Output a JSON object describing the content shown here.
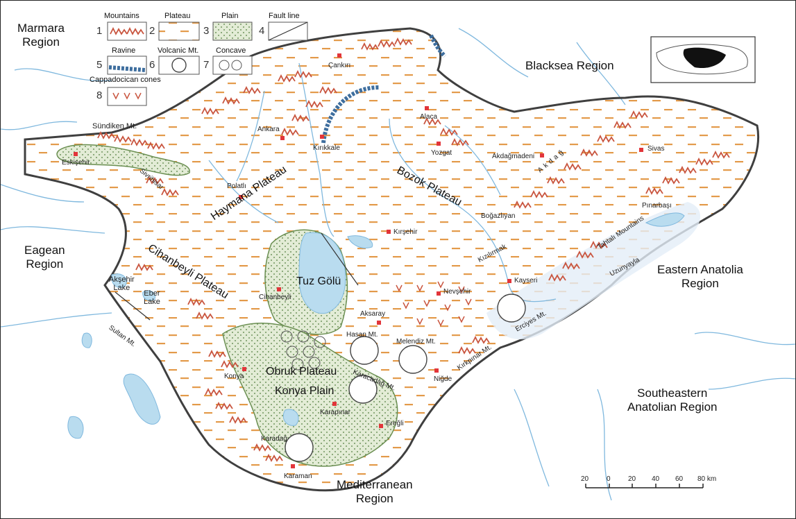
{
  "legend": {
    "items": [
      {
        "num": "1",
        "label": "Mountains"
      },
      {
        "num": "2",
        "label": "Plateau"
      },
      {
        "num": "3",
        "label": "Plain"
      },
      {
        "num": "4",
        "label": "Fault line"
      },
      {
        "num": "5",
        "label": "Ravine"
      },
      {
        "num": "6",
        "label": "Volcanic Mt."
      },
      {
        "num": "7",
        "label": "Concave"
      },
      {
        "num": "8",
        "label": "Cappadocican cones"
      }
    ]
  },
  "regions": {
    "marmara": "Marmara\nRegion",
    "blacksea": "Blacksea Region",
    "eagean": "Eagean\nRegion",
    "eastern": "Eastern Anatolia\nRegion",
    "southeastern": "Southeastern\nAnatolian Region",
    "mediterranean": "Mediterranean\nRegion"
  },
  "plateaus": {
    "haymana": "Haymana Plateau",
    "cihanbeyli": "Cihanbeyli Plateau",
    "bozok": "Bozok Plateau",
    "obruk": "Obruk Plateau",
    "konya_plain": "Konya Plain",
    "tuz": "Tuz Gölü"
  },
  "lakes": {
    "aksehir": "Akşehir\nLake",
    "eber": "Eber\nLake"
  },
  "cities": {
    "cankiri": "Çankırı",
    "ankara": "Ankara",
    "kirikkale": "Kırıkkale",
    "alaca": "Alaca",
    "yozgat": "Yozgat",
    "akdagmadeni": "Akdağmadeni",
    "sivas": "Sivas",
    "eskisehir": "Eskişehir",
    "polatli": "Polatlı",
    "kirsehir": "Kırşehir",
    "bogazliyan": "Boğazlıyan",
    "pinarbasi": "Pınarbaşı",
    "kizilirmak": "Kızılırmak",
    "uzunyayla": "Uzunyayla",
    "kayseri": "Kayseri",
    "nevsehir": "Nevşehir",
    "aksaray": "Aksaray",
    "cihanbeyli": "Cihanbeyli",
    "konya": "Konya",
    "karapinar": "Karapınar",
    "eregli": "Ereğli",
    "nigde": "Niğde",
    "karadag": "Karadağ",
    "karaman": "Karaman"
  },
  "mountains": {
    "sundiken": "Sündiken Mt.",
    "sivrihisar": "Sivrihisar",
    "akdag": "Akdağ",
    "tahtali": "Tahtalı Mountains",
    "sultan": "Sultan Mt.",
    "hasan": "Hasan Mt.",
    "melendiz": "Melendiz Mt.",
    "karacadag": "Karacadağ Mt.",
    "kirkpinar": "Kırkpınar Mt.",
    "erciyes": "Erciyes Mt."
  },
  "scale": {
    "ticks": [
      "20",
      "0",
      "20",
      "40",
      "60",
      "80 km"
    ]
  },
  "colors": {
    "plateau_dash": "#e39a4a",
    "mountain": "#c9553f",
    "plain_fill": "#e3ecd6",
    "plain_dot": "#4d7a3a",
    "water": "#b9dcef",
    "river": "#7fb8de",
    "border": "#3f3f3f",
    "ravine": "#3e6e9e"
  }
}
